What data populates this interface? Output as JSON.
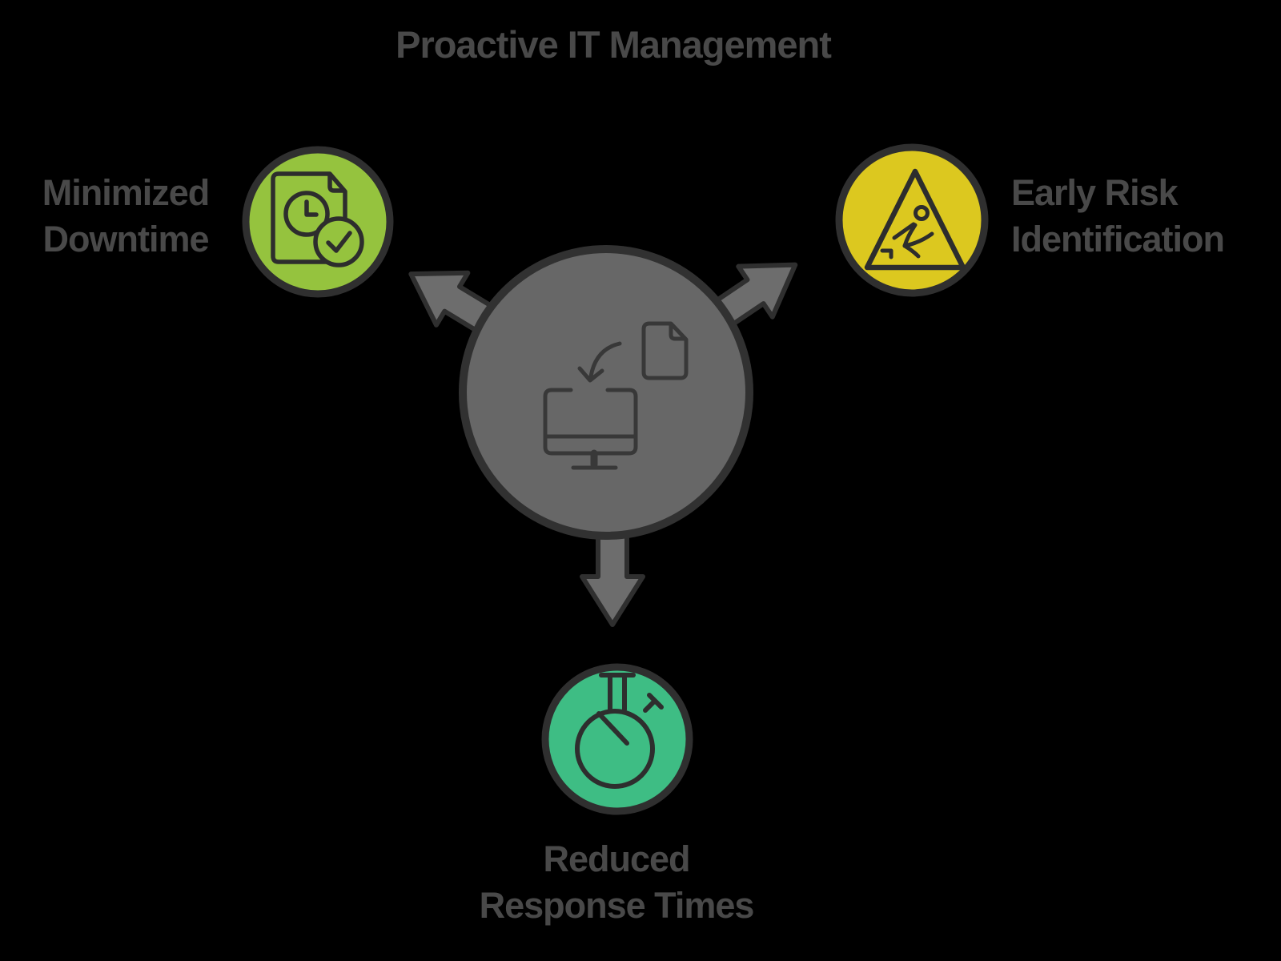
{
  "title": {
    "text": "Proactive IT Management"
  },
  "labels": {
    "left": {
      "line1": "Minimized",
      "line2": "Downtime"
    },
    "right": {
      "line1": "Early Risk",
      "line2": "Identification"
    },
    "bottom": {
      "line1": "Reduced",
      "line2": "Response Times"
    }
  },
  "icons": {
    "center": "file-transfer-to-computer-icon",
    "left": "document-clock-check-icon",
    "right": "slip-hazard-warning-icon",
    "bottom": "stopwatch-icon"
  },
  "colors": {
    "background": "#000000",
    "text": "#494949",
    "center_fill": "#676767",
    "center_stroke": "#313131",
    "arrow_fill": "#6d6d6d",
    "arrow_stroke": "#2f2f2f",
    "green": "#95c33e",
    "yellow": "#dcc81f",
    "teal": "#3ebd84",
    "ring": "#2f2f2f",
    "icon_stroke_dark": "#2d2d2d",
    "icon_stroke_center": "#383838"
  }
}
